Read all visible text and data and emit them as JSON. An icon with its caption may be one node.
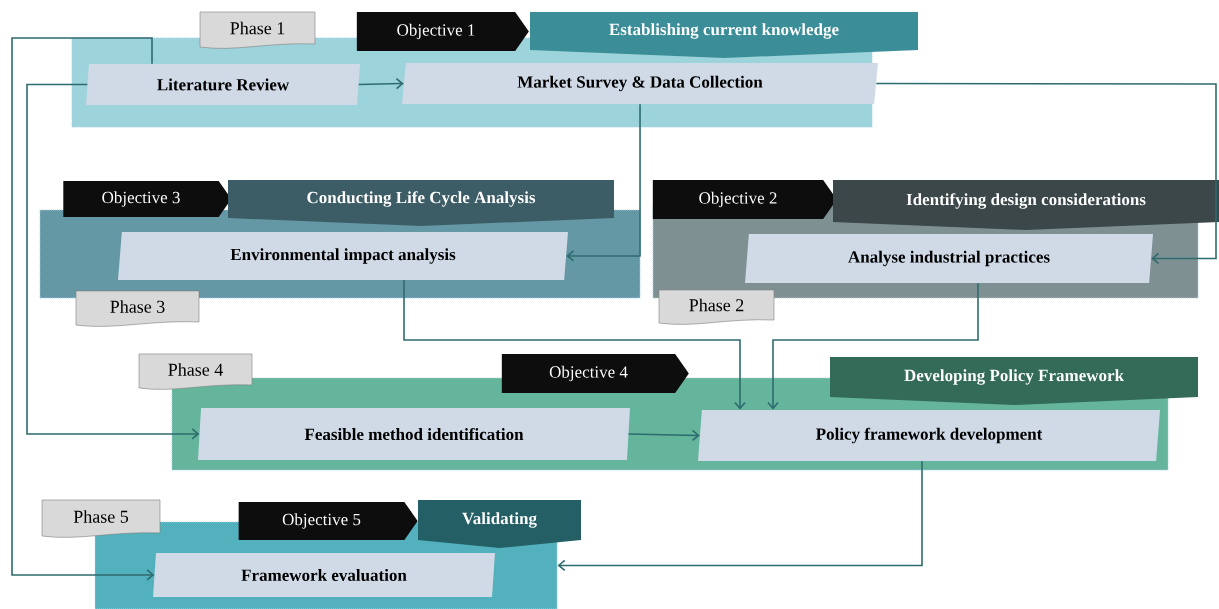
{
  "diagram": {
    "nodes": [
      {
        "text": [
          "Phase 1"
        ]
      },
      {
        "text": [
          "Objective 1"
        ]
      },
      {
        "text": [
          "Establishing current knowledge"
        ]
      },
      {
        "text": [],
        "shape": "box"
      },
      {
        "text": [
          "Literature Review"
        ],
        "in": 3
      },
      {
        "text": [
          "Market Survey & Data Collection"
        ],
        "in": 3
      },
      {
        "text": [
          "Objective 3"
        ]
      },
      {
        "text": [
          "Conducting Life Cycle Analysis"
        ]
      },
      {
        "text": [],
        "shape": "box"
      },
      {
        "text": [
          "Environmental impact analysis"
        ],
        "in": 8
      },
      {
        "text": [
          "Objective 2"
        ]
      },
      {
        "text": [
          "Identifying design considerations"
        ]
      },
      {
        "text": [],
        "shape": "box"
      },
      {
        "text": [
          "Analyse industrial practices"
        ],
        "in": 12
      },
      {
        "text": [
          "Phase 3"
        ]
      },
      {
        "text": [
          "Phase 2"
        ]
      },
      {
        "text": [
          "Phase 4"
        ]
      },
      {
        "text": [
          "Objective 4"
        ]
      },
      {
        "text": [
          "Developing Policy Framework"
        ]
      },
      {
        "text": [],
        "shape": "box"
      },
      {
        "text": [
          "Feasible method identification"
        ],
        "in": 19
      },
      {
        "text": [
          "Policy framework development"
        ],
        "in": 19
      },
      {
        "text": [
          "Phase 5"
        ]
      },
      {
        "text": [
          "Objective 5"
        ]
      },
      {
        "text": [
          "Validating"
        ]
      },
      {
        "text": [],
        "shape": "box"
      },
      {
        "text": [
          "Framework evaluation"
        ],
        "in": 25
      }
    ],
    "edges": [
      {
        "from": 4,
        "to": 5,
        "arrow": "to"
      },
      {
        "from": 5,
        "to": 9,
        "arrow": "to"
      },
      {
        "from": 5,
        "to": 13,
        "arrow": "to"
      },
      {
        "from": 9,
        "to": 21,
        "arrow": "to"
      },
      {
        "from": 13,
        "to": 21,
        "arrow": "to"
      },
      {
        "from": 4,
        "to": 20,
        "arrow": "to"
      },
      {
        "from": 4,
        "to": 26,
        "arrow": "to"
      },
      {
        "from": 20,
        "to": 21,
        "arrow": "to"
      },
      {
        "from": 21,
        "to": 25,
        "arrow": "to"
      }
    ]
  }
}
